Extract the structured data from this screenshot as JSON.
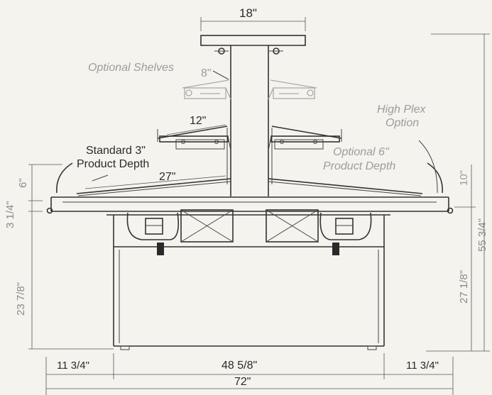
{
  "dimensions": {
    "top_width": "18\"",
    "optional_shelf_width": "8\"",
    "shelf_width": "12\"",
    "deck_depth": "27\"",
    "left_side_height": "6\"",
    "edge_height": "3 1/4\"",
    "base_height": "23 7/8\"",
    "plex_height": "10\"",
    "right_height": "27 1/8\"",
    "overall_height": "55 3/4\"",
    "left_offset": "11 3/4\"",
    "center_width": "48 5/8\"",
    "right_offset": "11 3/4\"",
    "overall_width": "72\""
  },
  "callouts": {
    "optional_shelves": "Optional Shelves",
    "high_plex_line1": "High Plex",
    "high_plex_line2": "Option",
    "standard_depth_line1": "Standard 3\"",
    "standard_depth_line2": "Product Depth",
    "optional_depth_line1": "Optional 6\"",
    "optional_depth_line2": "Product Depth"
  }
}
